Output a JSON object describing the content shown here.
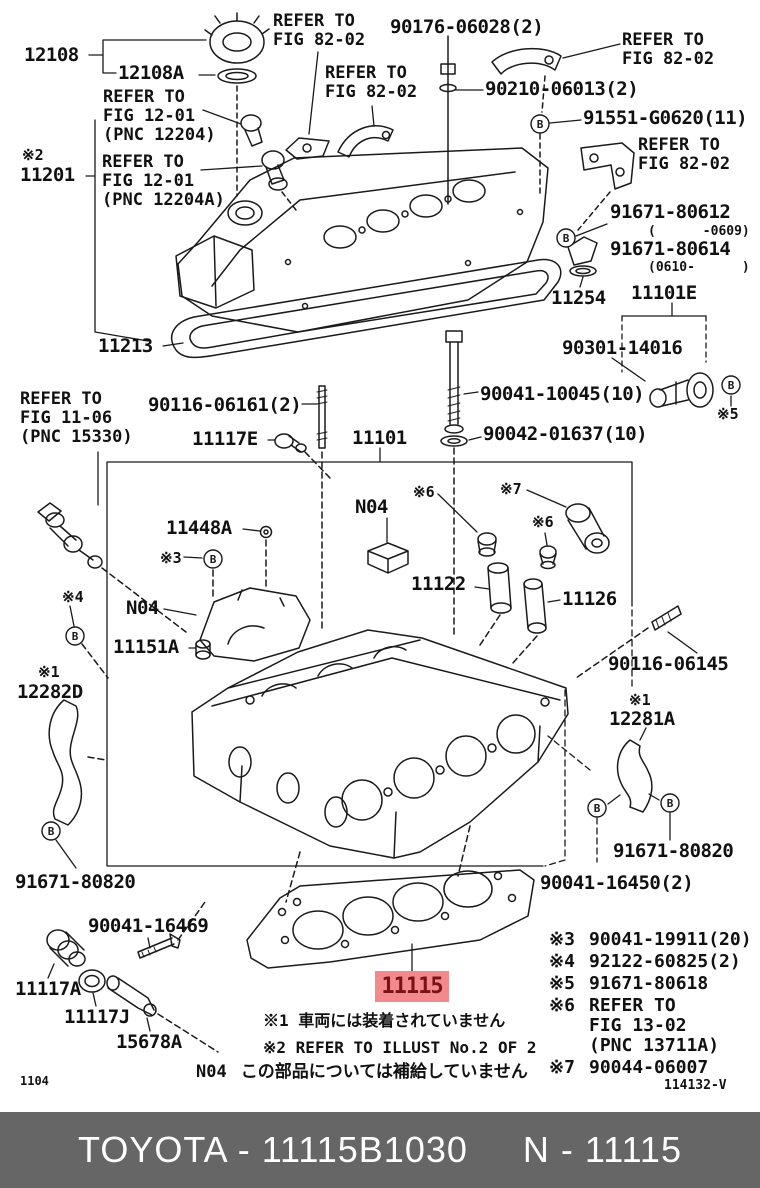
{
  "doc": {
    "page_code": "1104",
    "drawing_code": "114132-V"
  },
  "footer": {
    "left": "TOYOTA - 11115B1030",
    "right": "N - 11115"
  },
  "colors": {
    "highlight_bg": "#f2898c",
    "highlight_text": "#7a1114",
    "footer_bg": "#666666",
    "line_art": "#1a1a1a"
  },
  "labels": {
    "p12108": "12108",
    "p12108a": "12108A",
    "ref_8202": "REFER TO\nFIG 82-02",
    "p90176": "90176-06028(2)",
    "p90210": "90210-06013(2)",
    "p91551": "91551-G0620(11)",
    "ref_1201a": "REFER TO\nFIG 12-01\n(PNC 12204)",
    "ref_1201b": "REFER TO\nFIG 12-01\n(PNC 12204A)",
    "ref_1106": "REFER TO\nFIG 11-06\n(PNC 15330)",
    "p11201": "11201",
    "p91671_80612": "91671-80612",
    "range_0609": "(      -0609)",
    "p91671_80614": "91671-80614",
    "range_0610": "(0610-      )",
    "p11254": "11254",
    "p11101e": "11101E",
    "p90301": "90301-14016",
    "p11213": "11213",
    "p90116_06161": "90116-06161(2)",
    "p11117e": "11117E",
    "p11101": "11101",
    "p90041_10045": "90041-10045(10)",
    "p90042_01637": "90042-01637(10)",
    "n04": "N04",
    "p11448a": "11448A",
    "p11122": "11122",
    "p11126": "11126",
    "p11151a": "11151A",
    "p12282d": "12282D",
    "p12281a": "12281A",
    "p90116_06145": "90116-06145",
    "p91671_80820": "91671-80820",
    "p90041_16450": "90041-16450(2)",
    "p90041_16469": "90041-16469",
    "p11117a": "11117A",
    "p11117j": "11117J",
    "p15678a": "15678A",
    "p11115": "11115",
    "ast1": "※1",
    "ast2": "※2",
    "ast3": "※3",
    "ast4": "※4",
    "ast5": "※5",
    "ast6": "※6",
    "ast7": "※7",
    "b_marker": "B"
  },
  "notes": {
    "note1": "※1 車両には装着されていません",
    "note2": "※2 REFER TO ILLUST No.2 OF 2",
    "note3_marker": "N04",
    "note3_text": "この部品については補給していません"
  },
  "legend": [
    {
      "marker": "※3",
      "text": "90041-19911(20)"
    },
    {
      "marker": "※4",
      "text": "92122-60825(2)"
    },
    {
      "marker": "※5",
      "text": "91671-80618"
    },
    {
      "marker": "※6",
      "text": "REFER TO\nFIG 13-02\n(PNC 13711A)"
    },
    {
      "marker": "※7",
      "text": "90044-06007"
    }
  ]
}
